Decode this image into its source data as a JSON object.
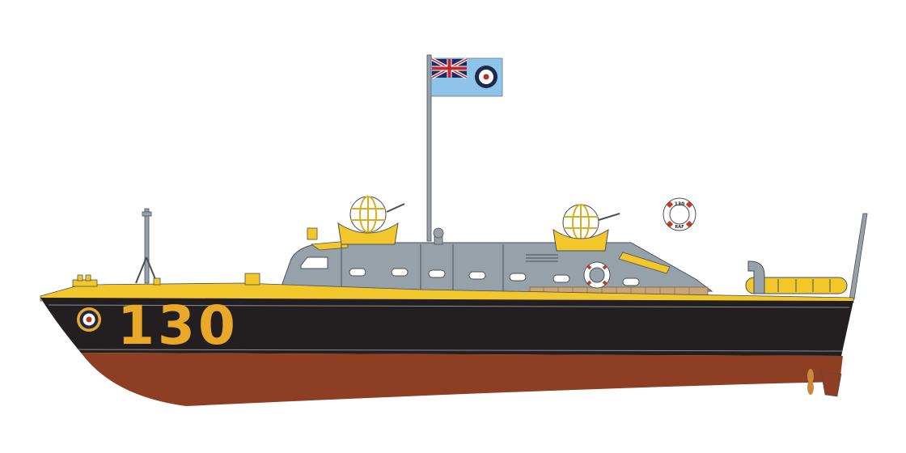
{
  "illustration": {
    "subject": "RAF air-sea rescue launch, side profile",
    "hull_number": "130",
    "lifebuoy_top_text": "130",
    "lifebuoy_bottom_text": "RAF",
    "flag": "RAF ensign"
  },
  "colors": {
    "background": "#ffffff",
    "hull_black": "#231f20",
    "hull_red": "#8e3e22",
    "deck_yellow": "#f2c72c",
    "number_yellow": "#eaa829",
    "superstructure_grey": "#97a1aa",
    "outline": "#4a4f55",
    "flag_blue": "#8ec3ea",
    "roundel_blue": "#1b2a4a",
    "roundel_red": "#b3341f",
    "lifebuoy_red": "#c23b22",
    "propeller": "#c98a3c",
    "sandbag": "#c8a679"
  }
}
